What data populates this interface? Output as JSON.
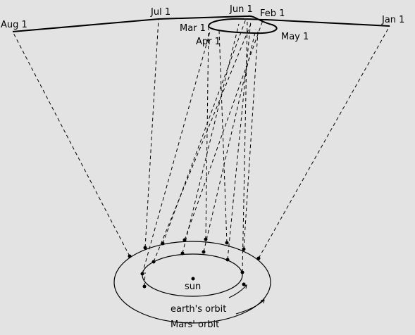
{
  "labels": {
    "aug1": "Aug 1",
    "jul1": "Jul 1",
    "jun1": "Jun 1",
    "feb1": "Feb 1",
    "jan1": "Jan 1",
    "mar1": "Mar 1",
    "apr1": "Apr 1",
    "may1": "May 1",
    "sun": "sun",
    "earth_orbit": "earth's orbit",
    "mars_orbit": "Mars' orbit"
  },
  "colors": {
    "background": "#e3e3e3",
    "ink": "#000000"
  }
}
